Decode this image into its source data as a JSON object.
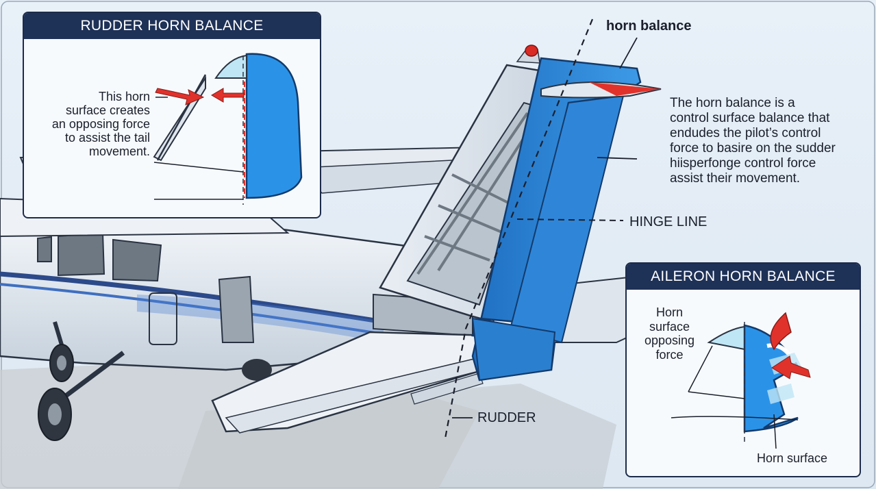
{
  "callouts": {
    "horn_balance": "horn balance",
    "hinge_line": "HINGE LINE",
    "rudder": "RUDDER",
    "description": "The horn balance is a\ncontrol surface balance that\nendudes the pilot’s control\nforce to basire on the sudder\nhiisperfonge control force\nassist their movement."
  },
  "rudder_panel": {
    "title": "RUDDER HORN BALANCE",
    "note": "This horn\nsurface creates\nan opposing force\nto assist the tail\nmovement."
  },
  "aileron_panel": {
    "title": "AILERON HORN BALANCE",
    "note": "Horn\nsurface\nopposing\nforce",
    "surface_label": "Horn surface"
  },
  "colors": {
    "sky": "#e3edf6",
    "control_surface_blue": "#2e86d6",
    "arrow_red": "#e0322b",
    "panel_header": "#1e3157"
  }
}
